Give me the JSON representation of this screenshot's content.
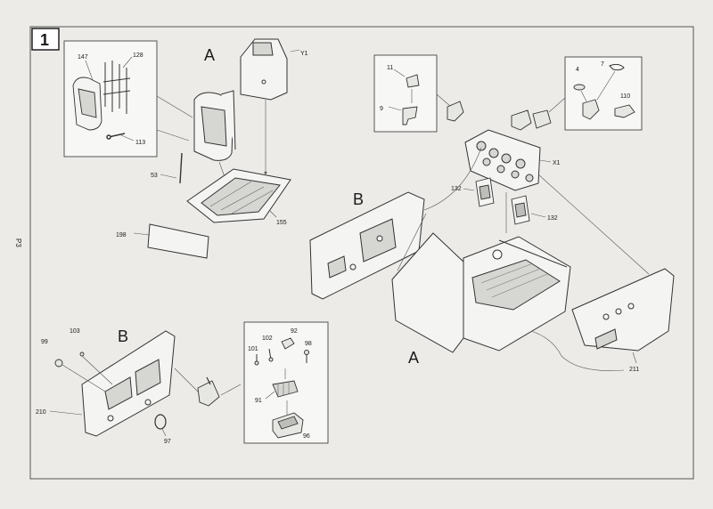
{
  "page": {
    "number": "P3",
    "step": "1"
  },
  "subassemblies": {
    "a_top": "A",
    "b_mid": "B",
    "b_bottom": "B",
    "a_main": "A"
  },
  "parts": {
    "p147": "147",
    "p128": "128",
    "p113": "113",
    "pY1": "Y1",
    "p53": "53",
    "p155": "155",
    "p198": "198",
    "p11": "11",
    "p9": "9",
    "p4": "4",
    "p7": "7",
    "p110": "110",
    "pX1": "X1",
    "p132a": "132",
    "p132b": "132",
    "p211": "211",
    "p99": "99",
    "p103": "103",
    "p210": "210",
    "p97": "97",
    "p101": "101",
    "p102": "102",
    "p92": "92",
    "p98": "98",
    "p91": "91",
    "p96": "96"
  },
  "colors": {
    "paper": "#ecebe8",
    "line": "#444444",
    "part_fill": "#f4f4f2",
    "part_shade": "#cfcfcc"
  }
}
